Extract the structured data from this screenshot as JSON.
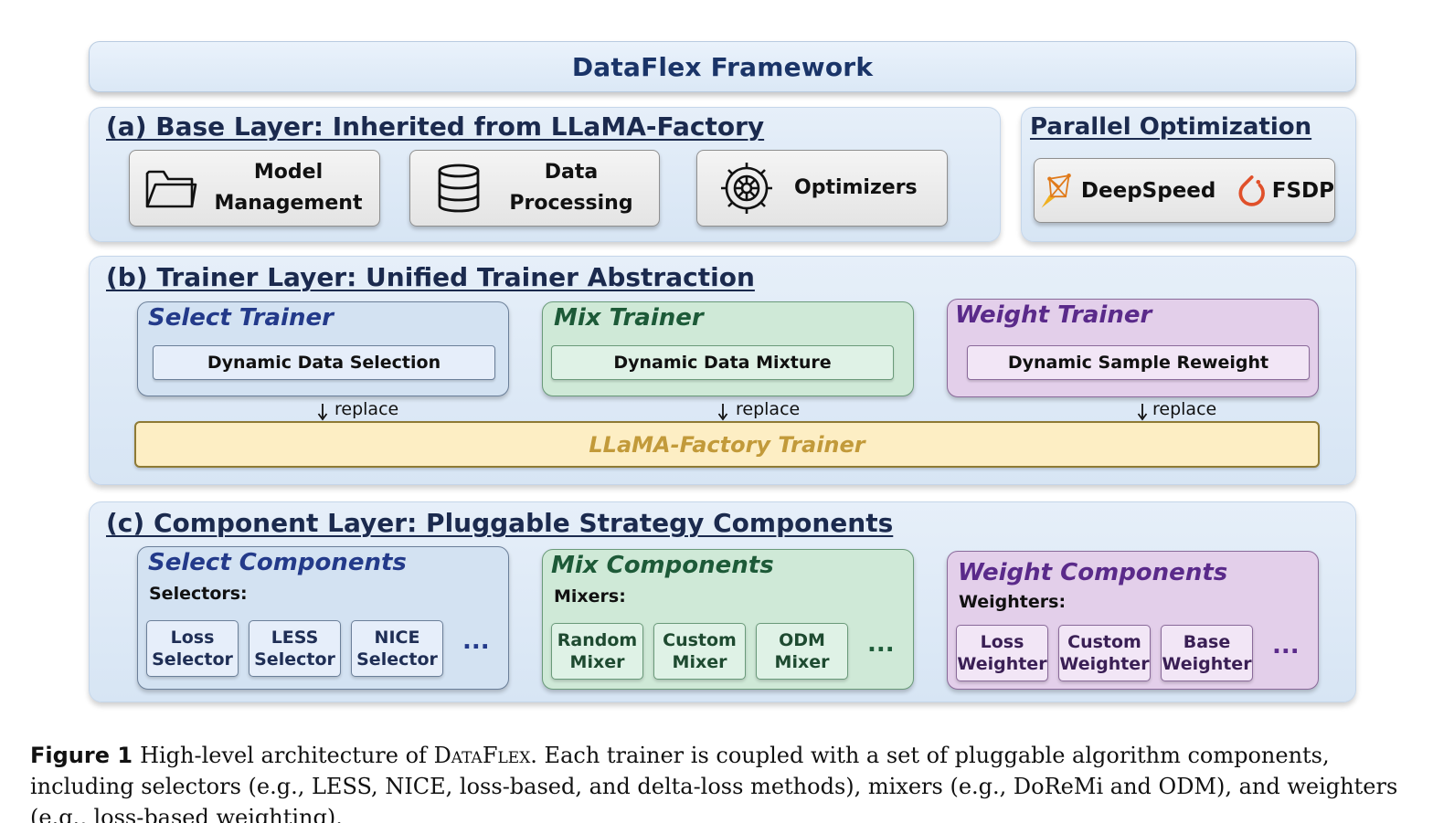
{
  "title": "DataFlex Framework",
  "base_layer": {
    "title": "(a) Base Layer: Inherited from LLaMA-Factory",
    "modules": [
      {
        "line1": "Model",
        "line2": "Management",
        "icon": "folder-icon"
      },
      {
        "line1": "Data",
        "line2": "Processing",
        "icon": "database-icon"
      },
      {
        "line1": "Optimizers",
        "line2": "",
        "icon": "gear-icon"
      }
    ]
  },
  "parallel": {
    "title": "Parallel Optimization",
    "items": [
      {
        "label": "DeepSpeed",
        "icon": "deepspeed-icon",
        "color": "#e0a020"
      },
      {
        "label": "FSDP",
        "icon": "pytorch-icon",
        "color": "#e0502a"
      }
    ]
  },
  "trainer_layer": {
    "title": "(b) Trainer Layer: Unified Trainer Abstraction",
    "trainers": [
      {
        "title": "Select Trainer",
        "function": "Dynamic Data Selection",
        "replace": "replace"
      },
      {
        "title": "Mix Trainer",
        "function": "Dynamic Data Mixture",
        "replace": "replace"
      },
      {
        "title": "Weight Trainer",
        "function": "Dynamic Sample Reweight",
        "replace": "replace"
      }
    ],
    "base_trainer": "LLaMA-Factory Trainer"
  },
  "component_layer": {
    "title": "(c) Component Layer: Pluggable Strategy Components",
    "groups": [
      {
        "title": "Select Components",
        "sub": "Selectors:",
        "items": [
          [
            "Loss",
            "Selector"
          ],
          [
            "LESS",
            "Selector"
          ],
          [
            "NICE",
            "Selector"
          ]
        ],
        "more": "..."
      },
      {
        "title": "Mix Components",
        "sub": "Mixers:",
        "items": [
          [
            "Random",
            "Mixer"
          ],
          [
            "Custom",
            "Mixer"
          ],
          [
            "ODM",
            "Mixer"
          ]
        ],
        "more": "..."
      },
      {
        "title": "Weight Components",
        "sub": "Weighters:",
        "items": [
          [
            "Loss",
            "Weighter"
          ],
          [
            "Custom",
            "Weighter"
          ],
          [
            "Base",
            "Weighter"
          ]
        ],
        "more": "..."
      }
    ]
  },
  "caption": {
    "label": "Figure 1",
    "text_before": "High-level architecture of ",
    "name": "DataFlex",
    "text_after": ". Each trainer is coupled with a set of pluggable algorithm components, including selectors (e.g., LESS, NICE, loss-based, and delta-loss methods), mixers (e.g., DoReMi and ODM), and weighters (e.g., loss-based weighting)."
  }
}
